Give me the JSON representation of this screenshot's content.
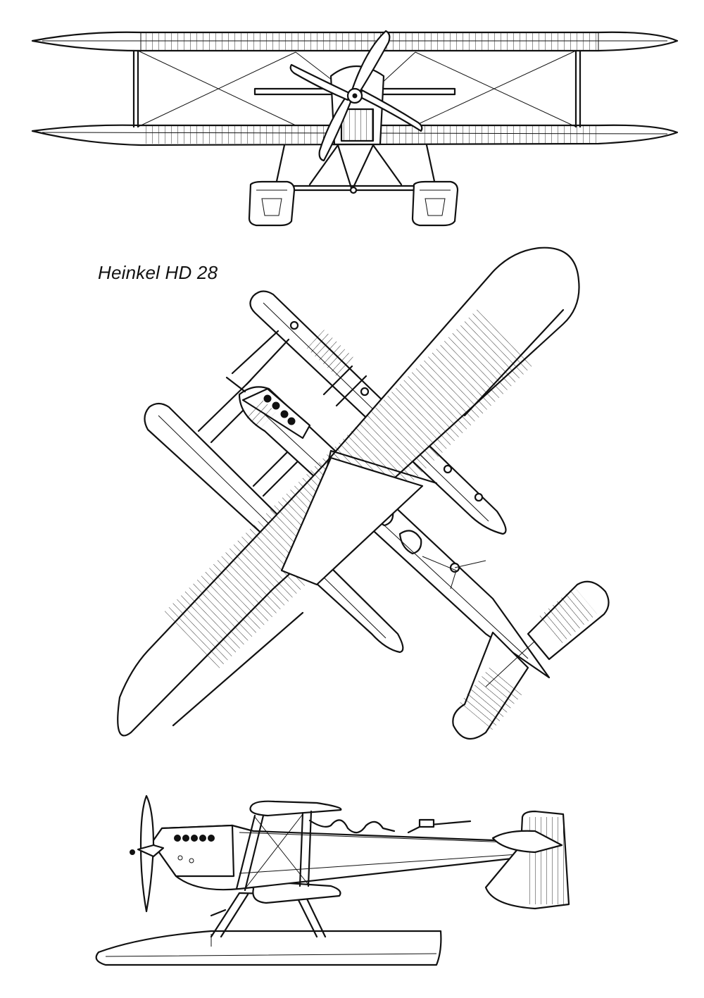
{
  "title": "Heinkel HD 28",
  "views": [
    {
      "name": "front-view"
    },
    {
      "name": "plan-view"
    },
    {
      "name": "side-view"
    }
  ],
  "colors": {
    "ink": "#111111",
    "paper": "#ffffff"
  }
}
